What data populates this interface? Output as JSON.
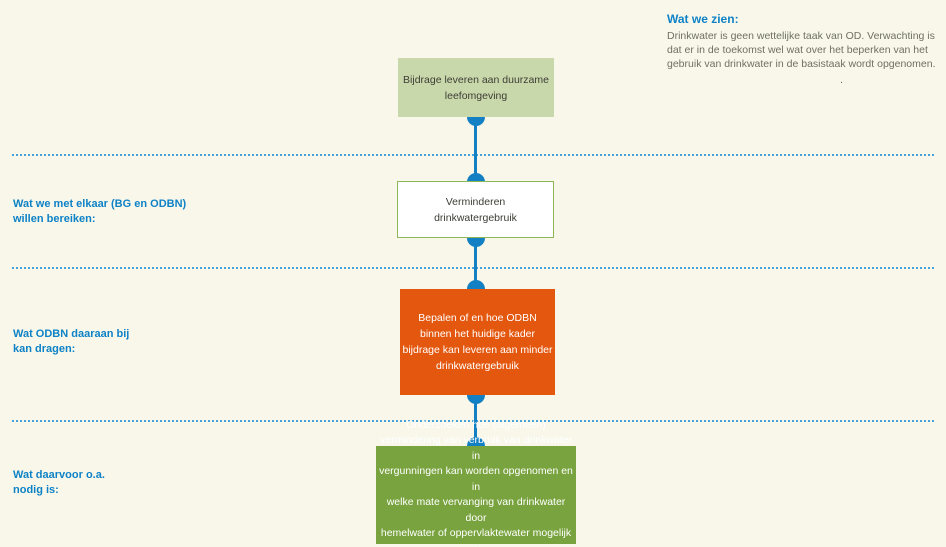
{
  "annotation": {
    "heading": "Wat we zien:",
    "body": "Drinkwater is geen wettelijke taak van OD. Verwachting is dat er in de toekomst wel wat over het beperken van het gebruik van drinkwater in de basistaak wordt opgenomen.",
    "stray_dot": "."
  },
  "left_labels": [
    {
      "text": "Wat we met elkaar (BG en ODBN)\nwillen bereiken:"
    },
    {
      "text": "Wat ODBN daaraan bij\nkan dragen:"
    },
    {
      "text": "Wat daarvoor o.a.\nnodig is:"
    }
  ],
  "flow_boxes": [
    {
      "id": "goal",
      "text": "Bijdrage leveren aan duurzame\nleefomgeving"
    },
    {
      "id": "objective",
      "text": "Verminderen\ndrinkwatergebruik"
    },
    {
      "id": "contribution",
      "text": "Bepalen of en hoe ODBN\nbinnen het huidige kader\nbijdrage kan leveren aan minder\ndrinkwatergebruik"
    },
    {
      "id": "needs",
      "text": "Onderzoeken hoe (algemeen)\nvermindering van verbruik van drinkwater in\nvergunningen kan worden opgenomen en in\nwelke mate vervanging van drinkwater door\nhemelwater of oppervlaktewater mogelijk is;\nhierop ook een pilot uitvoeren"
    }
  ],
  "colors": {
    "background": "#f8f7ea",
    "label_blue": "#0e82c6",
    "connector_blue": "#1480c4",
    "dotted_rule_blue": "#46a2d9",
    "box_sage_green": "#c9d8ab",
    "box_outline_green": "#8db755",
    "box_orange": "#e4570e",
    "box_green": "#78a33e",
    "box_dark_text": "#3d3d35",
    "annotation_body_gray": "#6f6f63"
  }
}
